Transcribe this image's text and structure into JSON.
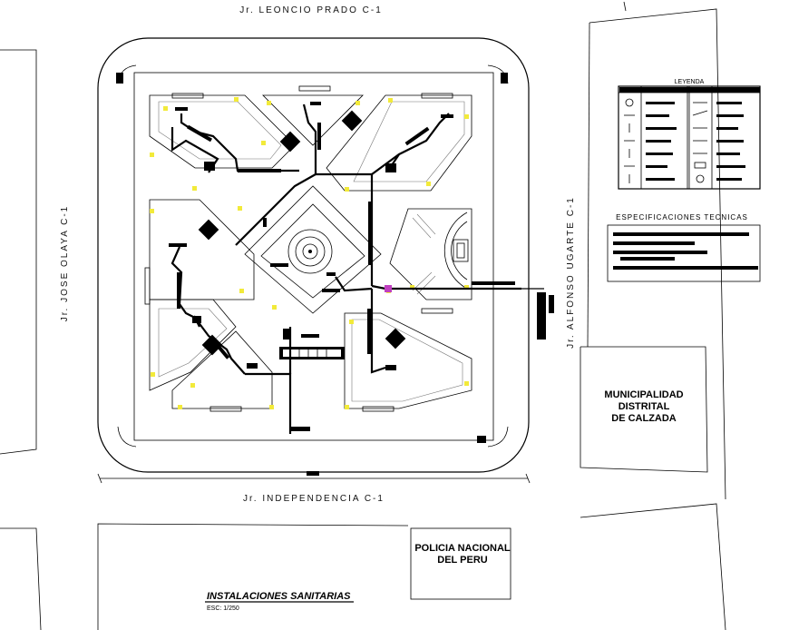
{
  "streets": {
    "north": "Jr. LEONCIO PRADO C-1",
    "south": "Jr. INDEPENDENCIA C-1",
    "west": "Jr. JOSE OLAYA C-1",
    "east": "Jr. ALFONSO UGARTE C-1"
  },
  "buildings": {
    "municipal_line1": "MUNICIPALIDAD",
    "municipal_line2": "DISTRITAL",
    "municipal_line3": "DE CALZADA",
    "police_line1": "POLICIA NACIONAL",
    "police_line2": "DEL PERU"
  },
  "legend": {
    "title": "LEYENDA"
  },
  "specs": {
    "title": "ESPECIFICACIONES TECNICAS"
  },
  "drawing": {
    "title": "INSTALACIONES SANITARIAS",
    "scale": "ESC: 1/250"
  },
  "colors": {
    "line": "#000000",
    "lamp": "#f2ea3a",
    "valve": "#c040c0"
  }
}
